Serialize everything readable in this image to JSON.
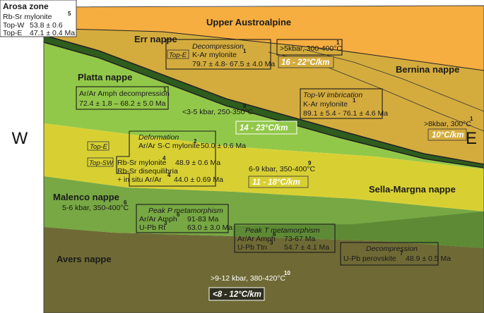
{
  "directions": {
    "west": "W",
    "east": "E"
  },
  "colors": {
    "upper_austroalpine": "#f6ae41",
    "err_bernina": "#d4ac3e",
    "dark_band": "#2e5d1e",
    "platta": "#92c849",
    "sella_margna": "#d8d033",
    "malenco": "#77a843",
    "lower_green": "#5e8a35",
    "avers": "#6f6a35"
  },
  "units": {
    "upper_austroalpine": "Upper Austroalpine",
    "err_nappe": "Err nappe",
    "bernina_nappe": "Bernina nappe",
    "platta_nappe": "Platta nappe",
    "sella_margna_nappe": "Sella-Margna nappe",
    "malenco_nappe": "Malenco nappe",
    "avers_nappe": "Avers nappe"
  },
  "arosa": {
    "title": "Arosa zone",
    "method": "Rb-Sr mylonite",
    "ref": "5",
    "row1_label": "Top-W",
    "row1_value": "53.8 ± 0.6",
    "row2_label": "Top-E",
    "row2_value": "47.1 ± 0.4 Ma"
  },
  "boxes": {
    "decompression_err": {
      "title": "Decompression",
      "tag": "Top-E",
      "method": "K-Ar mylonite",
      "ref": "1",
      "value": "79.7 ± 4.8- 67.5 ± 4.0 Ma"
    },
    "pressure_err": {
      "text": ">5kbar, 300-400°C",
      "ref": "1"
    },
    "amph_decompression": {
      "method": "Ar/Ar Amph decompression",
      "ref": "1",
      "value": "72.4 ± 1.8 – 68.2 ± 5.0 Ma"
    },
    "topw_imbrication": {
      "title": "Top-W imbrication",
      "method": "K-Ar mylonite",
      "ref": "1",
      "value": "89.1 ± 5.4 - 76.1 ± 4.6 Ma"
    },
    "deformation": {
      "title": "Deformation",
      "tag1": "Top-E",
      "tag2": "Top-SW",
      "row1_method": "Ar/Ar S-C mylonite",
      "row1_ref": "2",
      "row1_value": "50.0 ± 0.6 Ma",
      "row2_method": "Rb-Sr mylonite",
      "row2_ref": "4",
      "row2_value": "48.9 ± 0.6 Ma",
      "row3_method": "Rb-Sr disequilibria",
      "row4_method": "+ in situ Ar/Ar",
      "row4_ref": "4",
      "row4_value": "44.0 ± 0.69 Ma"
    },
    "peak_p": {
      "title": "Peak P metamorphism",
      "row1_method": "Ar/Ar Amph",
      "row1_ref": "6",
      "row1_value": "91-83 Ma",
      "row2_method": "U-Pb Rt",
      "row2_ref": "3",
      "row2_value": "63.0 ± 3.0 Ma"
    },
    "peak_t": {
      "title": "Peak T metamorphism",
      "row1_method": "Ar/Ar Amph",
      "row1_ref": "6",
      "row1_value": "73-67 Ma",
      "row2_method": "U-Pb Ttn",
      "row2_ref": "3",
      "row2_value": "54.7 ± 4.1 Ma"
    },
    "decompression_avers": {
      "title": "Decompression",
      "method": "U-Pb perovskite",
      "ref": "7",
      "value": "48.9 ± 0.5 Ma"
    }
  },
  "conditions": {
    "platta": {
      "text": "<3-5 kbar, 250-350°C",
      "ref": "8",
      "gradient": "14 - 23°C/km"
    },
    "err": {
      "gradient": "16 - 22°C/km"
    },
    "bernina": {
      "text": ">8kbar, 300°C",
      "ref": "1",
      "gradient": "10°C/km"
    },
    "sella": {
      "text": "6-9 kbar, 350-400°C",
      "ref": "9",
      "gradient": "11 - 18°C/km"
    },
    "malenco": {
      "text": "5-6 kbar, 350-400°C",
      "ref": "6"
    },
    "avers": {
      "text": ">9-12 kbar, 380-420°C",
      "ref": "10",
      "gradient": "<8 - 12°C/km"
    }
  }
}
